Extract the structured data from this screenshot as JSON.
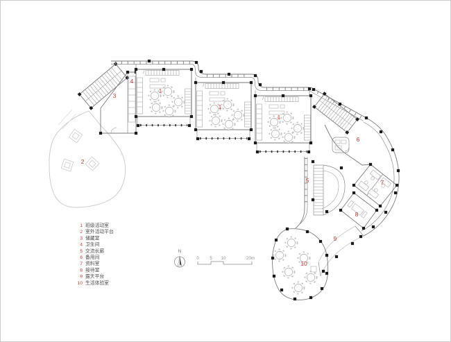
{
  "colors": {
    "label_red": "#c03b33",
    "wall_gray": "#7a7a7a",
    "furniture_gray": "#b2b2b2",
    "outdoor_gray": "#c8c8c8",
    "column_black": "#1b1b1b",
    "legend_text": "#4c4c4c",
    "scale_text": "#8d8d8d",
    "page_border": "#cbcbcb"
  },
  "legend": {
    "items": [
      {
        "number": "1",
        "label": "班级活动室"
      },
      {
        "number": "2",
        "label": "室外活动平台"
      },
      {
        "number": "3",
        "label": "储藏室"
      },
      {
        "number": "4",
        "label": "卫生间"
      },
      {
        "number": "5",
        "label": "交流长廊"
      },
      {
        "number": "6",
        "label": "备用间"
      },
      {
        "number": "7",
        "label": "资料室"
      },
      {
        "number": "8",
        "label": "接待室"
      },
      {
        "number": "9",
        "label": "露天平台"
      },
      {
        "number": "10",
        "label": "生活体验室"
      }
    ]
  },
  "plan": {
    "labels": [
      {
        "text": "1"
      },
      {
        "text": "1"
      },
      {
        "text": "1"
      },
      {
        "text": "2"
      },
      {
        "text": "3"
      },
      {
        "text": "4"
      },
      {
        "text": "5"
      },
      {
        "text": "6"
      },
      {
        "text": "7"
      },
      {
        "text": "8"
      },
      {
        "text": "9"
      },
      {
        "text": "10"
      }
    ]
  },
  "compass": {
    "north_label": "N"
  },
  "scalebar": {
    "ticks": [
      {
        "label": "0"
      },
      {
        "label": "5"
      },
      {
        "label": "10"
      },
      {
        "label": "20m"
      }
    ]
  }
}
